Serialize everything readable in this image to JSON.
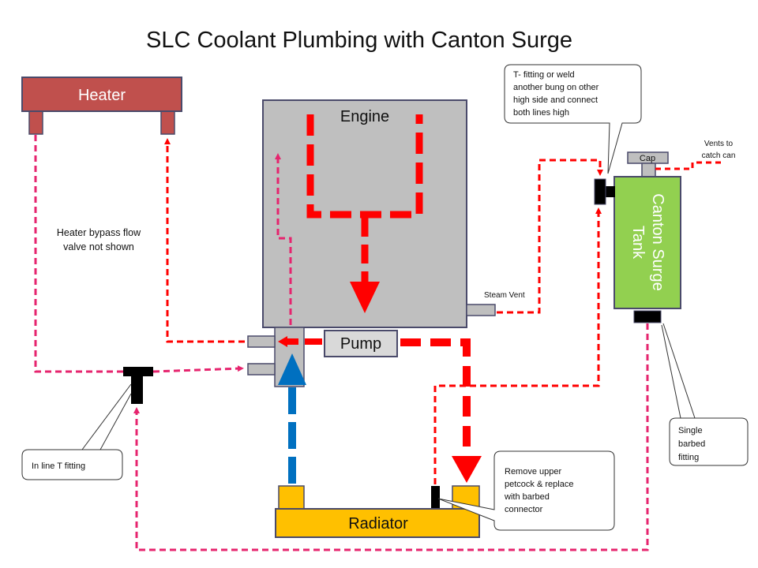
{
  "title": "SLC Coolant Plumbing with Canton Surge",
  "components": {
    "heater": "Heater",
    "engine": "Engine",
    "pump": "Pump",
    "radiator": "Radiator",
    "tank_line1": "Canton Surge",
    "tank_line2": "Tank",
    "cap": "Cap"
  },
  "labels": {
    "bypass_line1": "Heater bypass  flow",
    "bypass_line2": "valve not shown",
    "steam_vent": "Steam Vent",
    "vents_line1": "Vents to",
    "vents_line2": "catch can"
  },
  "callouts": {
    "t_fitting": [
      "T- fitting or weld",
      "another bung on other",
      "high side and connect",
      "both lines high"
    ],
    "inline_t": [
      "In line T fitting"
    ],
    "single_barbed": [
      "Single",
      "barbed",
      "fitting"
    ],
    "remove_petcock": [
      "Remove upper",
      "petcock & replace",
      "with barbed",
      "connector"
    ]
  },
  "colors": {
    "heater": "#c0504d",
    "engine": "#bfbfbf",
    "radiator": "#ffc000",
    "tank": "#92d050",
    "flow_hot": "#ff0000",
    "flow_cold": "#0070c0",
    "hose": "#e6246e"
  }
}
